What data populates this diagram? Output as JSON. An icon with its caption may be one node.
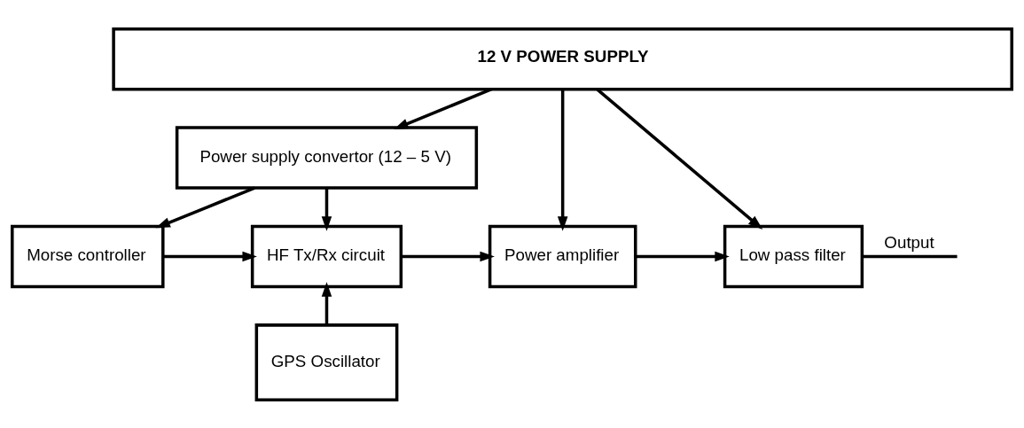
{
  "diagram": {
    "nodes": [
      {
        "text": [
          "12 V POWER SUPPLY"
        ]
      },
      {
        "text": [
          "Power supply convertor (12 – 5 V)"
        ]
      },
      {
        "text": [
          "Morse controller"
        ]
      },
      {
        "text": [
          "HF Tx/Rx circuit"
        ]
      },
      {
        "text": [
          "Power amplifier"
        ]
      },
      {
        "text": [
          "Low pass filter"
        ]
      },
      {
        "text": [
          "GPS Oscillator"
        ]
      }
    ],
    "edges": [
      {
        "from": 0,
        "to": 1,
        "arrow": "to"
      },
      {
        "from": 0,
        "to": 4,
        "arrow": "to"
      },
      {
        "from": 0,
        "to": 5,
        "arrow": "to"
      },
      {
        "from": 1,
        "to": 2,
        "arrow": "to"
      },
      {
        "from": 1,
        "to": 3,
        "arrow": "to"
      },
      {
        "from": 2,
        "to": 3,
        "arrow": "to"
      },
      {
        "from": 3,
        "to": 4,
        "arrow": "to"
      },
      {
        "from": 4,
        "to": 5,
        "arrow": "to"
      },
      {
        "from": 6,
        "to": 3,
        "arrow": "to"
      },
      {
        "from": 5,
        "to": null,
        "arrow": "none",
        "label": "Output"
      }
    ]
  }
}
